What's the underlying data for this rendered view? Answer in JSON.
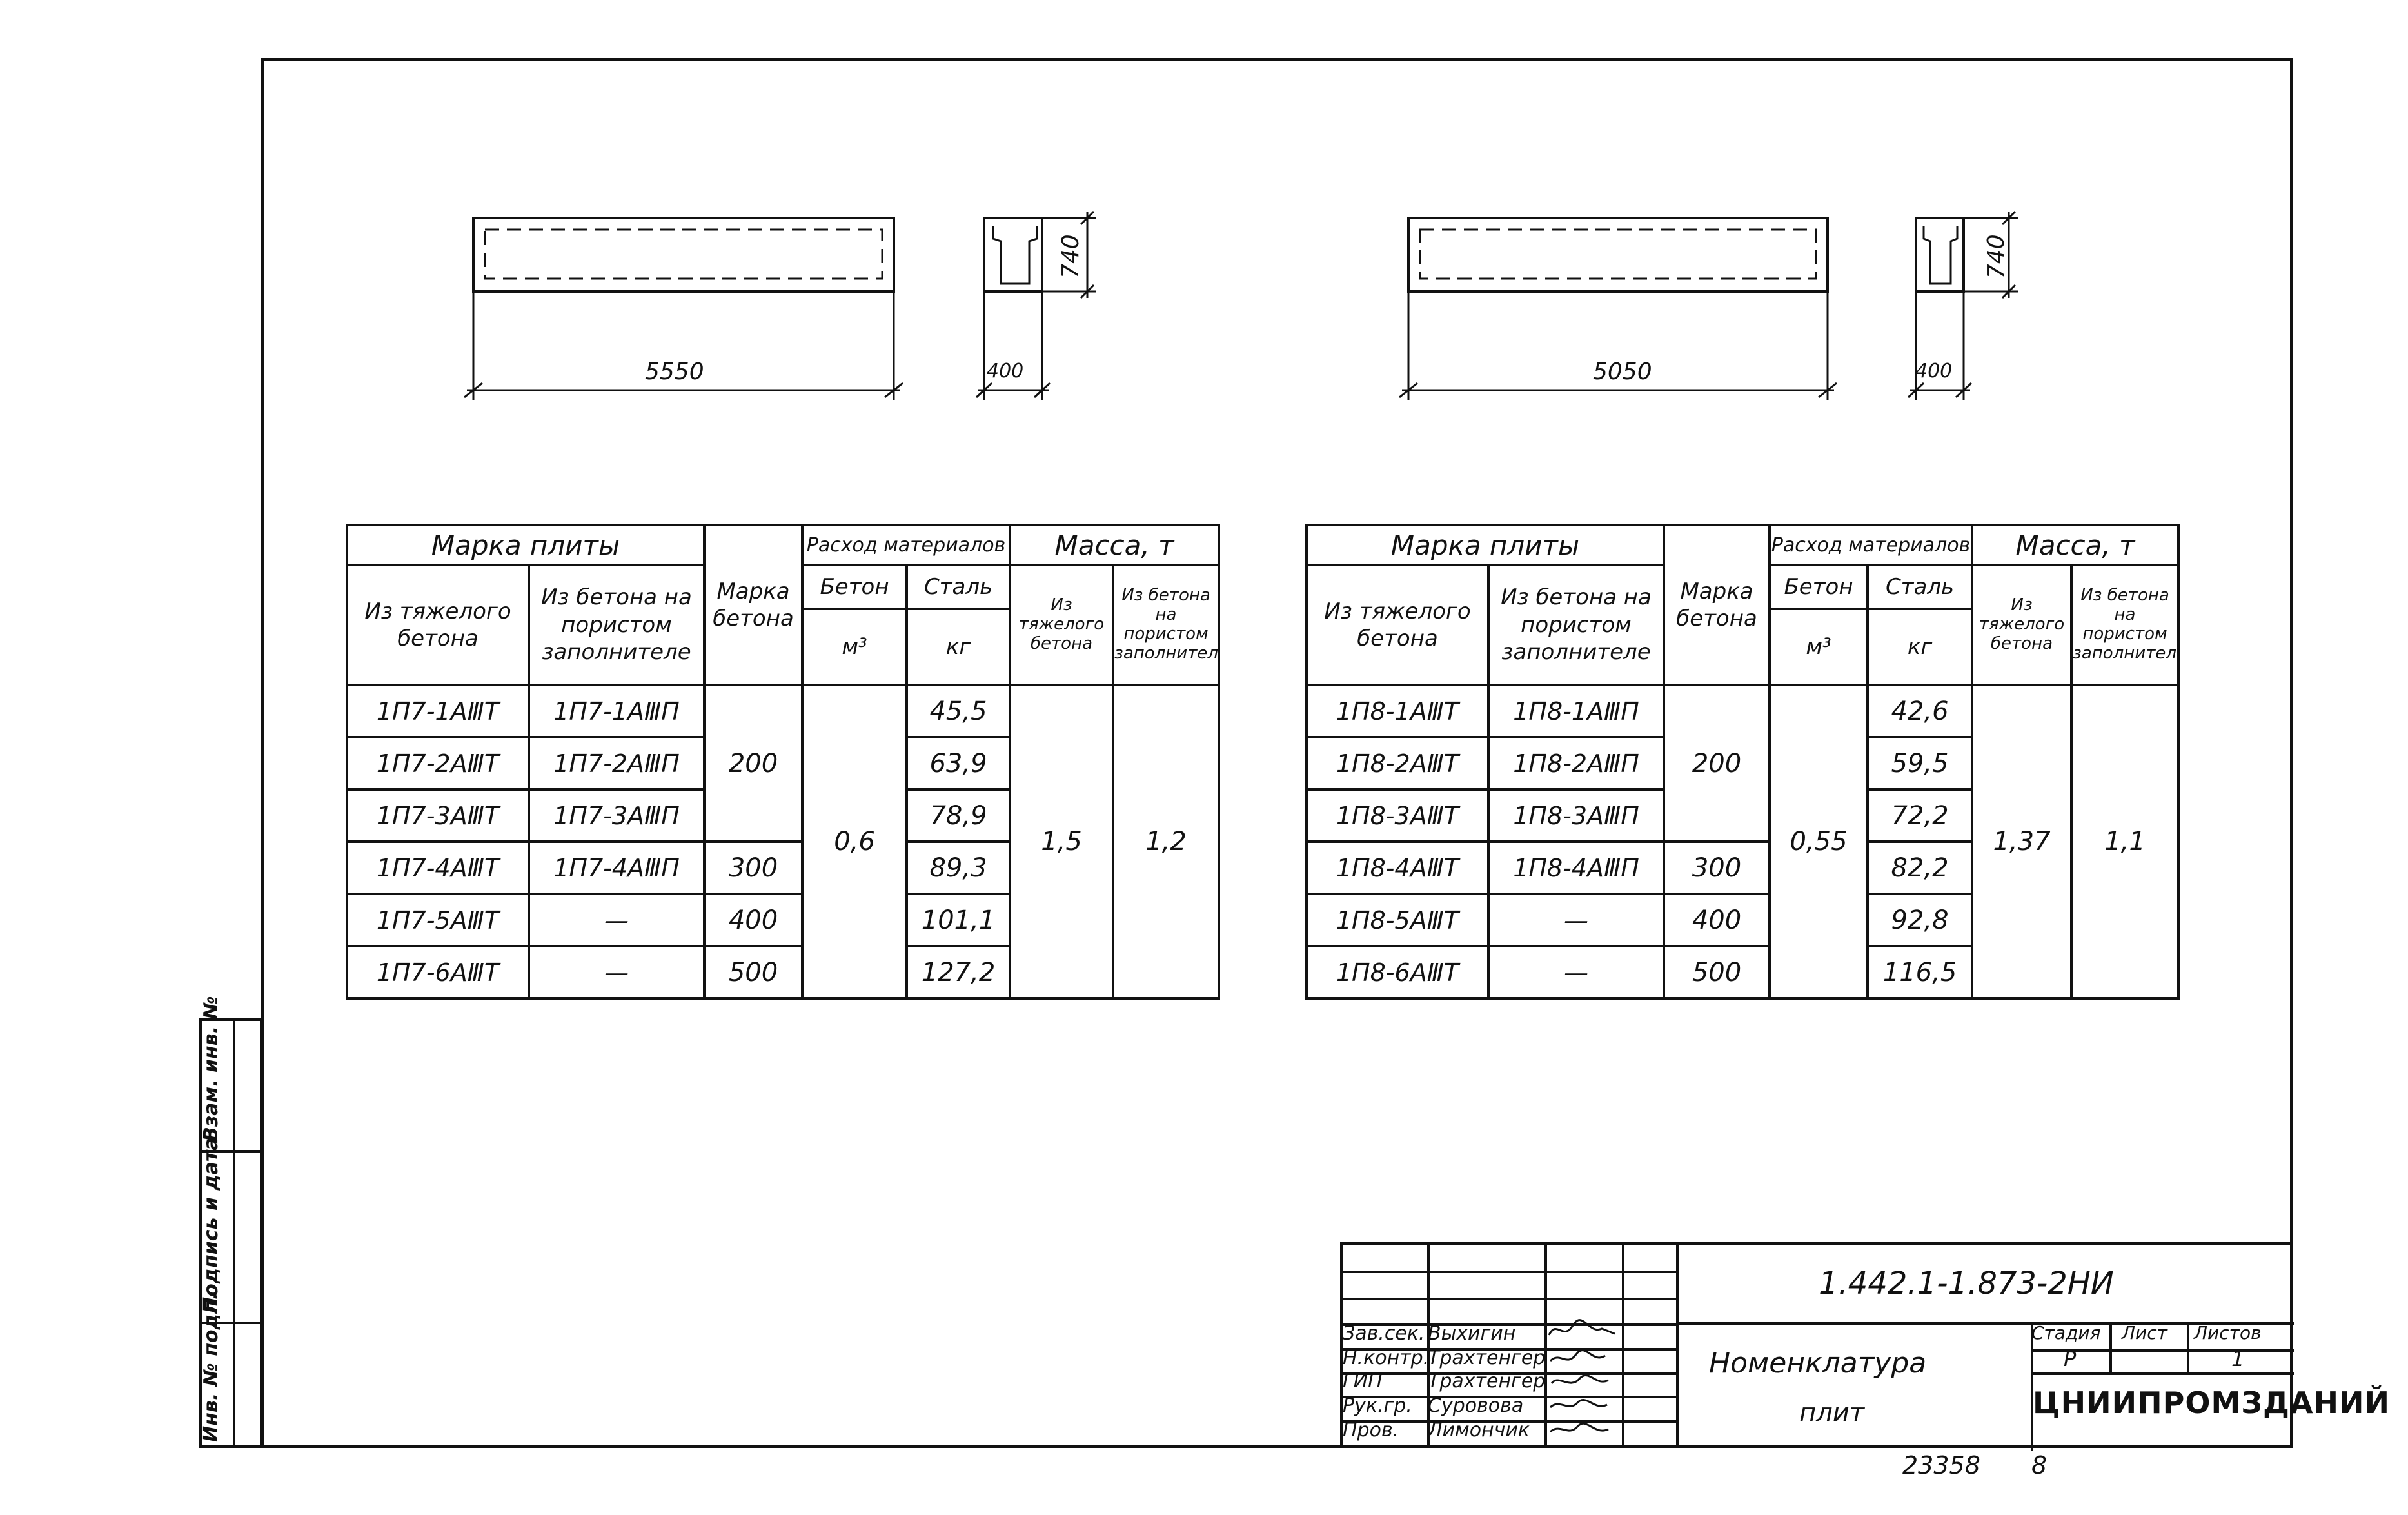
{
  "left": {
    "drawing": {
      "length": "5550",
      "height": "740",
      "width": "400"
    },
    "table": {
      "header_mark": "Марка плиты",
      "header_heavy": "Из тяжелого бетона",
      "header_porous": "Из бетона на пористом заполнителе",
      "header_concrete_grade": "Марка бетона",
      "header_materials": "Расход материалов",
      "header_mass": "Масса, т",
      "header_concrete": "Бетон",
      "unit_concrete": "м³",
      "header_steel": "Сталь",
      "unit_steel": "кг",
      "header_mass_heavy": "Из тяжелого бетона",
      "header_mass_porous": "Из бетона на пористом заполнителе",
      "concrete_volume": "0,6",
      "mass_heavy": "1,5",
      "mass_porous": "1,2",
      "grades": [
        "200",
        "300",
        "400",
        "500"
      ],
      "rows": [
        {
          "heavy": "1П7-1АⅢТ",
          "porous": "1П7-1АⅢП",
          "steel": "45,5"
        },
        {
          "heavy": "1П7-2АⅢТ",
          "porous": "1П7-2АⅢП",
          "steel": "63,9"
        },
        {
          "heavy": "1П7-3АⅢТ",
          "porous": "1П7-3АⅢП",
          "steel": "78,9"
        },
        {
          "heavy": "1П7-4АⅢТ",
          "porous": "1П7-4АⅢП",
          "steel": "89,3"
        },
        {
          "heavy": "1П7-5АⅢТ",
          "porous": "—",
          "steel": "101,1"
        },
        {
          "heavy": "1П7-6АⅢТ",
          "porous": "—",
          "steel": "127,2"
        }
      ]
    }
  },
  "right": {
    "drawing": {
      "length": "5050",
      "height": "740",
      "width": "400"
    },
    "table": {
      "header_mark": "Марка плиты",
      "header_heavy": "Из тяжелого бетона",
      "header_porous": "Из бетона на пористом заполнителе",
      "header_concrete_grade": "Марка бетона",
      "header_materials": "Расход материалов",
      "header_mass": "Масса, т",
      "header_concrete": "Бетон",
      "unit_concrete": "м³",
      "header_steel": "Сталь",
      "unit_steel": "кг",
      "header_mass_heavy": "Из тяжелого бетона",
      "header_mass_porous": "Из бетона на пористом заполнителе",
      "concrete_volume": "0,55",
      "mass_heavy": "1,37",
      "mass_porous": "1,1",
      "grades": [
        "200",
        "300",
        "400",
        "500"
      ],
      "rows": [
        {
          "heavy": "1П8-1АⅢТ",
          "porous": "1П8-1АⅢП",
          "steel": "42,6"
        },
        {
          "heavy": "1П8-2АⅢТ",
          "porous": "1П8-2АⅢП",
          "steel": "59,5"
        },
        {
          "heavy": "1П8-3АⅢТ",
          "porous": "1П8-3АⅢП",
          "steel": "72,2"
        },
        {
          "heavy": "1П8-4АⅢТ",
          "porous": "1П8-4АⅢП",
          "steel": "82,2"
        },
        {
          "heavy": "1П8-5АⅢТ",
          "porous": "—",
          "steel": "92,8"
        },
        {
          "heavy": "1П8-6АⅢТ",
          "porous": "—",
          "steel": "116,5"
        }
      ]
    }
  },
  "side_stamp": {
    "inv": "Инв. № подл.",
    "sign": "Подпись и дата",
    "replace": "Взам. инв. №"
  },
  "title_block": {
    "code": "1.442.1-1.873-2НИ",
    "title_line1": "Номенклатура",
    "title_line2": "плит",
    "stage_label": "Стадия",
    "sheet_label": "Лист",
    "sheets_label": "Листов",
    "stage": "Р",
    "sheet": "1",
    "org": "ЦНИИПРОМЗДАНИЙ",
    "staff": [
      {
        "role": "Зав.сек.",
        "name": "Выхигин"
      },
      {
        "role": "Н.контр.",
        "name": "Трахтенгер"
      },
      {
        "role": "ГИП",
        "name": "Трахтенгер"
      },
      {
        "role": "Рук.гр.",
        "name": "Суровова"
      },
      {
        "role": "Пров.",
        "name": "Лимончик"
      }
    ]
  },
  "footer": {
    "number": "23358",
    "page": "8"
  }
}
